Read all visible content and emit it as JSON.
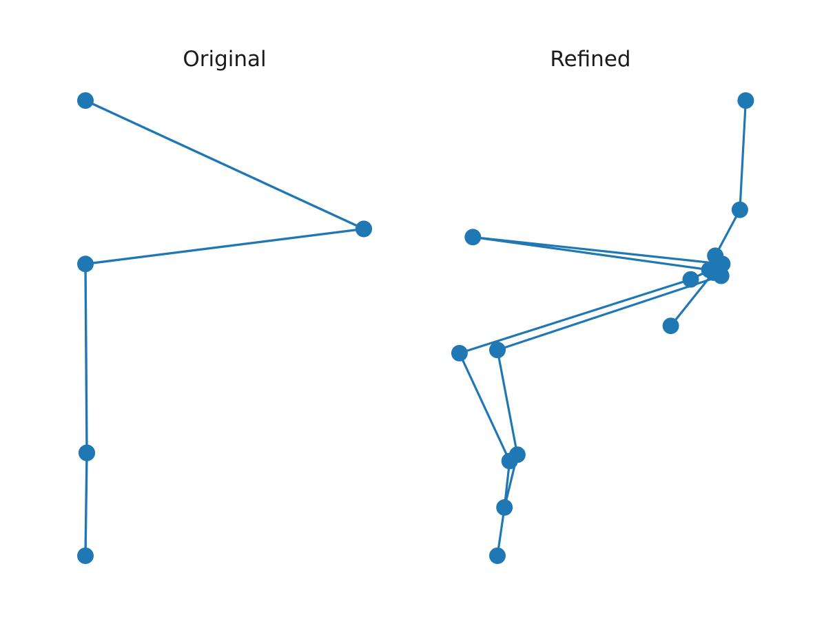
{
  "chart_data": [
    {
      "type": "line",
      "title": "Original",
      "color": "#1f77b4",
      "axes_visible": false,
      "grid": false,
      "xlim": [
        0,
        1
      ],
      "ylim": [
        0,
        1
      ],
      "nodes": [
        {
          "x": 0.0,
          "y": 1.0
        },
        {
          "x": 1.0,
          "y": 0.718
        },
        {
          "x": 1.0,
          "y": 0.718
        },
        {
          "x": 0.0,
          "y": 0.641
        },
        {
          "x": 0.005,
          "y": 0.226
        },
        {
          "x": 0.005,
          "y": 0.226
        },
        {
          "x": 0.0,
          "y": 0.0
        }
      ],
      "edges": [
        [
          0,
          1
        ],
        [
          1,
          2
        ],
        [
          2,
          3
        ],
        [
          3,
          4
        ],
        [
          4,
          5
        ],
        [
          5,
          6
        ]
      ]
    },
    {
      "type": "line",
      "title": "Refined",
      "color": "#1f77b4",
      "axes_visible": false,
      "grid": false,
      "xlim": [
        0,
        1
      ],
      "ylim": [
        0,
        1
      ],
      "nodes": [
        {
          "x": 0.0,
          "y": 0.0
        },
        {
          "x": 0.03,
          "y": 0.106
        },
        {
          "x": 0.052,
          "y": 0.208
        },
        {
          "x": 0.085,
          "y": 0.222
        },
        {
          "x": -0.162,
          "y": 0.445
        },
        {
          "x": 0.0,
          "y": 0.452
        },
        {
          "x": 0.825,
          "y": 0.607
        },
        {
          "x": 0.955,
          "y": 0.615
        },
        {
          "x": 0.96,
          "y": 0.641
        },
        {
          "x": 0.922,
          "y": 0.622
        },
        {
          "x": -0.105,
          "y": 0.7
        },
        {
          "x": 0.74,
          "y": 0.505
        },
        {
          "x": 0.905,
          "y": 0.628
        },
        {
          "x": 0.93,
          "y": 0.659
        },
        {
          "x": 1.035,
          "y": 0.76
        },
        {
          "x": 1.06,
          "y": 1.0
        }
      ],
      "edges": [
        [
          0,
          1
        ],
        [
          1,
          2
        ],
        [
          1,
          3
        ],
        [
          2,
          4
        ],
        [
          3,
          5
        ],
        [
          4,
          6
        ],
        [
          5,
          7
        ],
        [
          6,
          8
        ],
        [
          7,
          9
        ],
        [
          8,
          10
        ],
        [
          10,
          12
        ],
        [
          11,
          9
        ],
        [
          12,
          13
        ],
        [
          13,
          14
        ],
        [
          14,
          15
        ]
      ]
    }
  ]
}
